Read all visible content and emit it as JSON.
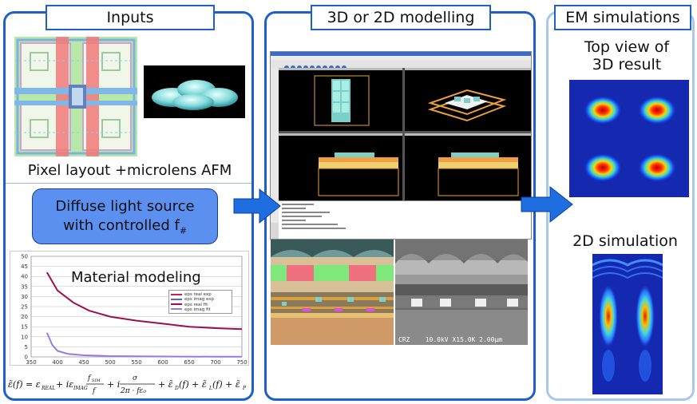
{
  "panels": {
    "inputs": {
      "title": "Inputs"
    },
    "modelling": {
      "title": "3D or 2D modelling"
    },
    "em": {
      "title": "EM simulations"
    }
  },
  "inputs": {
    "pixel_caption": "Pixel layout +microlens AFM",
    "diffuse_line1": "Diffuse light source",
    "diffuse_line2": "with controlled f",
    "diffuse_sub": "#",
    "material_title": "Material modeling",
    "chart_yticks": [
      "50",
      "45",
      "40",
      "35",
      "30",
      "25",
      "20",
      "15",
      "10",
      "5",
      "0"
    ],
    "chart_xticks": [
      "350",
      "400",
      "450",
      "500",
      "550",
      "600",
      "650",
      "700",
      "750"
    ],
    "legend": [
      "eps real exp",
      "eps imag exp",
      "eps real fit",
      "eps imag fit"
    ]
  },
  "em": {
    "top_view_line1": "Top view of",
    "top_view_line2": "3D result",
    "sim2d_label": "2D simulation"
  },
  "sem_caption": "CRZ    10.0kV X15.0K 2.00µm",
  "colors": {
    "frame_blue": "#1f5fc8",
    "arrow_blue": "#1e6ee0",
    "callout_fill": "#5b8ff0"
  },
  "chart_data": {
    "type": "line",
    "title": "",
    "xlabel": "",
    "ylabel": "",
    "xlim": [
      350,
      750
    ],
    "ylim": [
      0,
      50
    ],
    "series": [
      {
        "name": "eps real fit",
        "x": [
          380,
          400,
          430,
          460,
          500,
          550,
          600,
          650,
          700,
          750
        ],
        "y": [
          42,
          33,
          27,
          23,
          20,
          18,
          16.5,
          15,
          14.3,
          13.8
        ]
      },
      {
        "name": "eps imag fit",
        "x": [
          380,
          390,
          400,
          420,
          450,
          500,
          550,
          600,
          700,
          750
        ],
        "y": [
          12,
          6,
          3,
          1.5,
          0.8,
          0.4,
          0.3,
          0.2,
          0.1,
          0.1
        ]
      }
    ]
  }
}
